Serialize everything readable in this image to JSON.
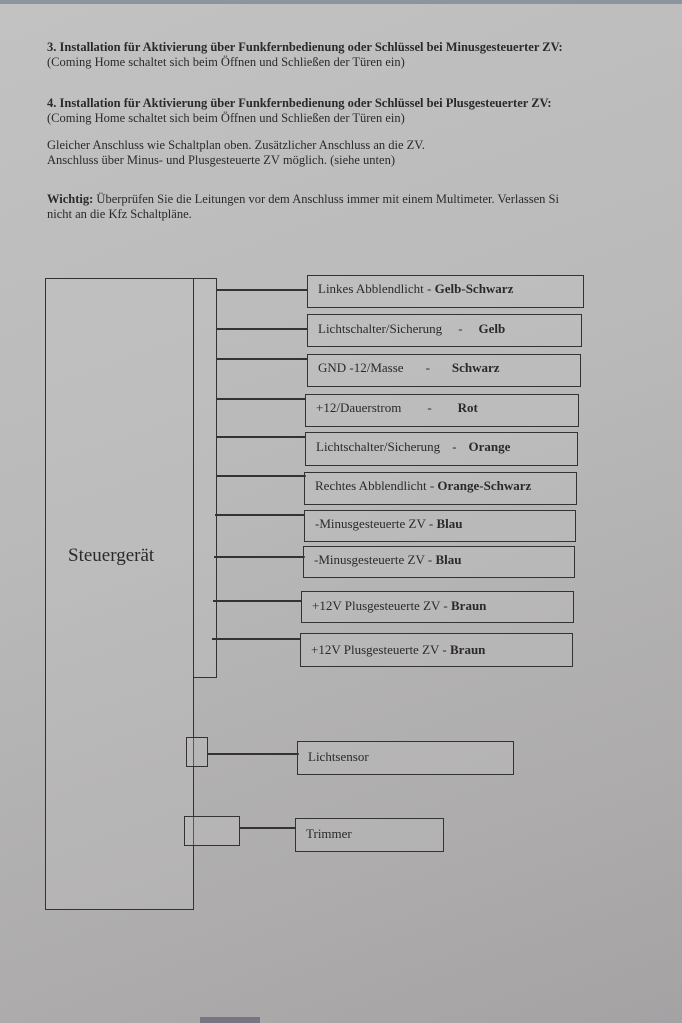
{
  "sections": {
    "s3": {
      "heading": "3. Installation für Aktivierung über Funkfernbedienung oder Schlüssel bei Minusgesteuerter ZV:",
      "note": "(Coming Home schaltet sich beim Öffnen und Schließen der Türen ein)"
    },
    "s4": {
      "heading": "4. Installation für Aktivierung über Funkfernbedienung oder Schlüssel bei Plusgesteuerter ZV:",
      "note": "(Coming Home schaltet sich beim Öffnen und Schließen der Türen ein)"
    },
    "info": {
      "line1": "Gleicher Anschluss wie Schaltplan oben. Zusätzlicher Anschluss an die ZV.",
      "line2": "Anschluss über Minus- und Plusgesteuerte ZV möglich. (siehe unten)"
    },
    "warning": {
      "label": "Wichtig:",
      "line1": "Überprüfen Sie die Leitungen vor dem Anschluss immer mit einem Multimeter. Verlassen Si",
      "line2": "nicht an die Kfz Schaltpläne."
    }
  },
  "diagram": {
    "device": "Steuergerät",
    "connections": [
      {
        "name": "Linkes Abblendlicht",
        "sep": "-",
        "wire": "Gelb-Schwarz"
      },
      {
        "name": "Lichtschalter/Sicherung",
        "sep": "-",
        "wire": "Gelb"
      },
      {
        "name": "GND -12/Masse",
        "sep": "-",
        "wire": "Schwarz"
      },
      {
        "name": "+12/Dauerstrom",
        "sep": "-",
        "wire": "Rot"
      },
      {
        "name": "Lichtschalter/Sicherung",
        "sep": "-",
        "wire": "Orange"
      },
      {
        "name": "Rechtes Abblendlicht",
        "sep": "-",
        "wire": "Orange-Schwarz"
      },
      {
        "name": "-Minusgesteuerte ZV",
        "sep": "-",
        "wire": "Blau"
      },
      {
        "name": "-Minusgesteuerte ZV",
        "sep": "-",
        "wire": "Blau"
      },
      {
        "name": "+12V Plusgesteuerte ZV",
        "sep": "-",
        "wire": "Braun"
      },
      {
        "name": "+12V Plusgesteuerte ZV",
        "sep": "-",
        "wire": "Braun"
      }
    ],
    "sensor": "Lichtsensor",
    "trimmer": "Trimmer"
  }
}
